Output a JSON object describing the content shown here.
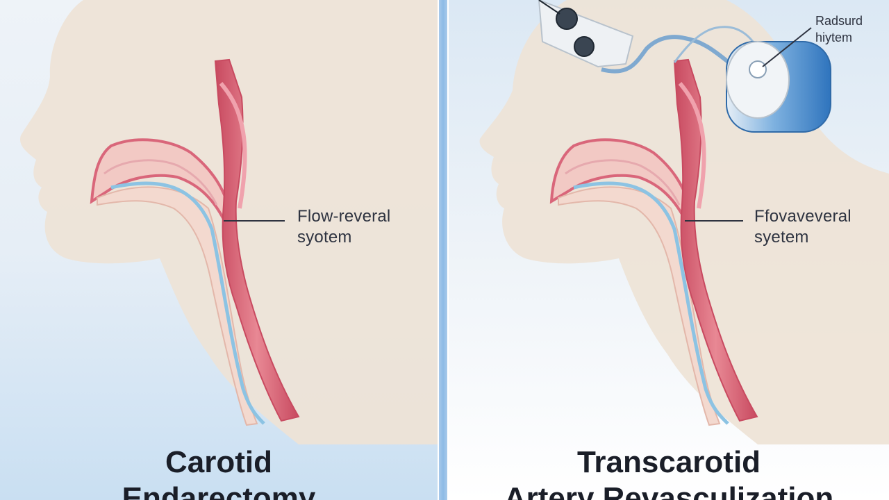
{
  "left_panel": {
    "callout": {
      "line1": "Flow-reveral",
      "line2": "syotem"
    },
    "title": {
      "line1": "Carotid",
      "line2": "Endarectomy"
    }
  },
  "right_panel": {
    "callout": {
      "line1": "Ffovaveveral",
      "line2": "syetem"
    },
    "device_label": {
      "line1": "Radsurd",
      "line2": "hiytem"
    },
    "title": {
      "line1": "Transcarotid",
      "line2": "Artery Revasculization"
    }
  },
  "colors": {
    "background_gradient_top": "#eef3f8",
    "background_gradient_bottom": "#c9dff2",
    "silhouette": "#eee3d6",
    "artery": "#d9667a",
    "artery_light": "#f0a2ad",
    "catheter": "#8cc3e3",
    "device_blue": "#3b86cc",
    "divider": "#8dbbe6"
  }
}
